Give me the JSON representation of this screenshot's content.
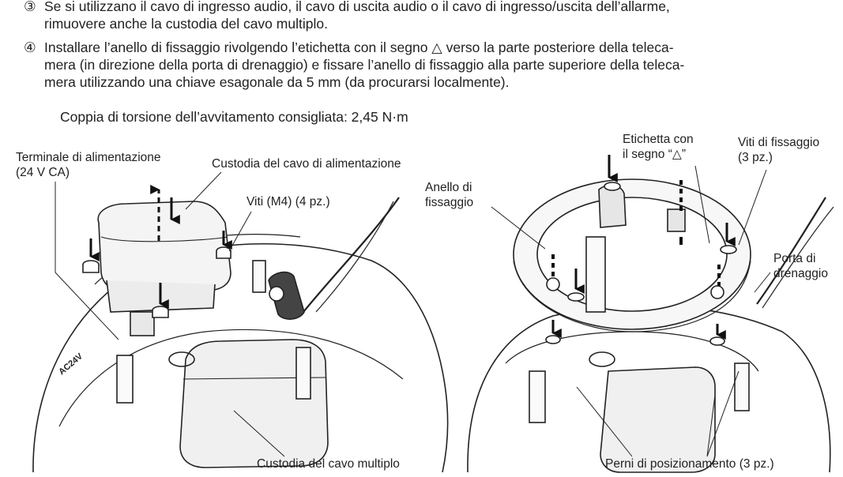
{
  "steps": [
    {
      "num": "③",
      "lines": [
        "Se si utilizzano il cavo di ingresso audio, il cavo di uscita audio o il cavo di ingresso/uscita dell’allarme,",
        "rimuovere anche la custodia del cavo multiplo."
      ]
    },
    {
      "num": "④",
      "lines": [
        "Installare l’anello di fissaggio rivolgendo l’etichetta con il segno △ verso la parte posteriore della teleca-",
        "mera (in direzione della porta di drenaggio) e fissare l’anello di fissaggio alla parte superiore della teleca-",
        "mera utilizzando una chiave esagonale da 5 mm (da procurarsi localmente)."
      ]
    }
  ],
  "torque": "Coppia di torsione dell’avvitamento consigliata: 2,45 N·m",
  "figure_left": {
    "terminal_label": [
      "Terminale di alimentazione",
      "(24 V CA)"
    ],
    "power_cover_label": "Custodia del cavo di alimentazione",
    "screws_label": "Viti (M4) (4 pz.)",
    "multi_cover_label": "Custodia del cavo multiplo",
    "board_text": "AC24V"
  },
  "figure_right": {
    "ring_label": [
      "Anello di",
      "fissaggio"
    ],
    "tag_label": [
      "Etichetta con",
      "il segno “△”"
    ],
    "fix_screws_label": [
      "Viti di fissaggio",
      "(3 pz.)"
    ],
    "drain_label": [
      "Porta di",
      "drenaggio"
    ],
    "pins_label": "Perni di posizionamento (3 pz.)"
  }
}
